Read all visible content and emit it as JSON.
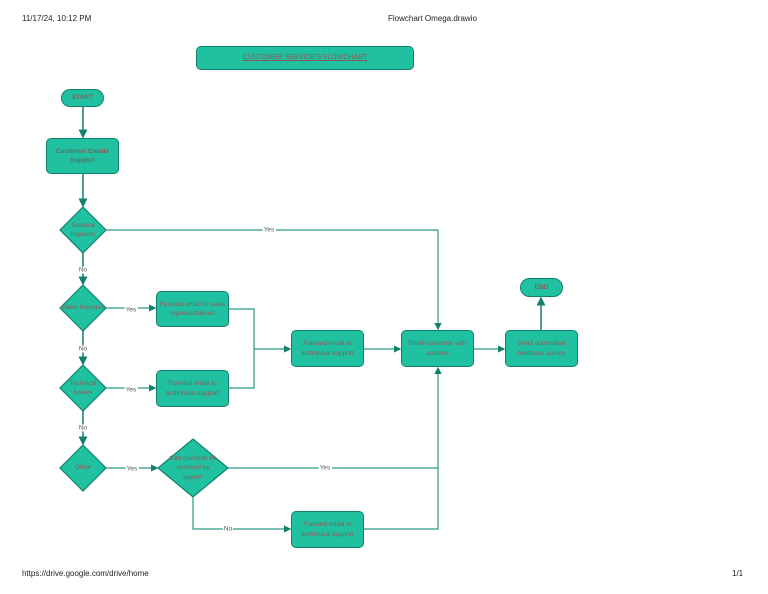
{
  "header": {
    "datetime": "11/17/24, 10:12 PM",
    "doc_title": "Flowchart Omega.drawio"
  },
  "footer": {
    "url": "https://drive.google.com/drive/home",
    "page": "1/1"
  },
  "colors": {
    "fill": "#20c1a1",
    "stroke": "#12806a",
    "text": "#8a5a5a"
  },
  "diagram": {
    "title": "CUSTOMER SERVICE'S FLOWCHART",
    "start": "START",
    "end": "END",
    "customer_emails": "Customer Emails Support",
    "general": "General Inquiries",
    "sales": "Sales Inquiries",
    "technical": "Technical Issues",
    "other": "Other",
    "fwd_sales": "Forward email to sales representatives",
    "fwd_tech_1": "Forward email to techhnical support",
    "fwd_tech_2": "Forward email to techhnical support",
    "fwd_tech_3": "Forward email to techhnical support",
    "can_resolve": "Can question be resolved by agent?",
    "email_solution": "Email customer with solution",
    "feedback": "Send automated feedback survey",
    "labels": {
      "yes": "Yes",
      "no": "No"
    }
  }
}
